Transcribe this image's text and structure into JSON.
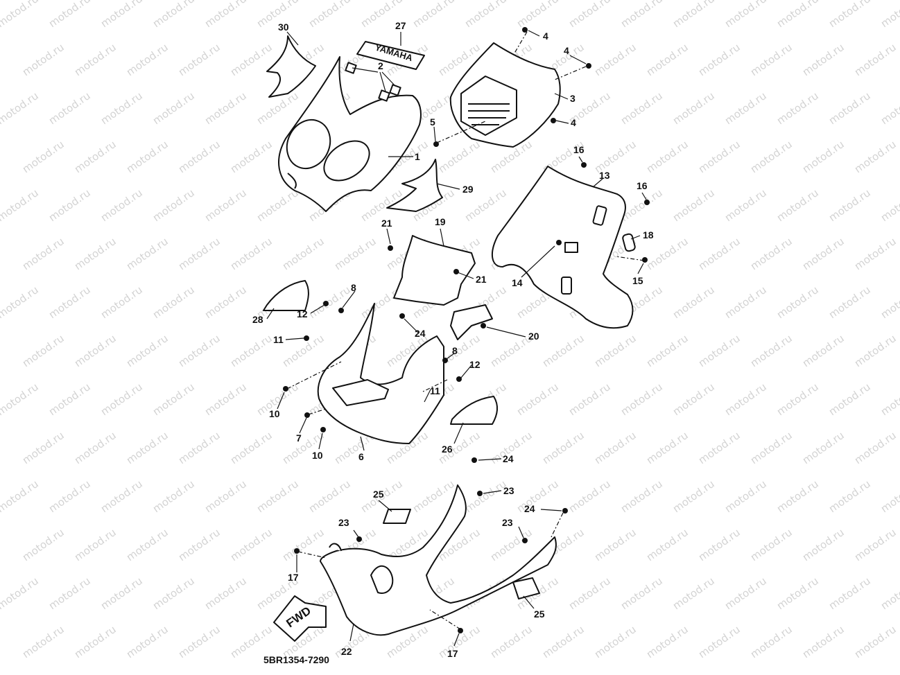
{
  "watermark": "motod.ru",
  "decal_text": "YAMAHA",
  "fwd_text": "FWD",
  "catalog_code": "5BR1354-7290",
  "callouts": {
    "c1": "1",
    "c2": "2",
    "c3": "3",
    "c4a": "4",
    "c4b": "4",
    "c4c": "4",
    "c5": "5",
    "c6": "6",
    "c7": "7",
    "c8a": "8",
    "c8b": "8",
    "c10a": "10",
    "c10b": "10",
    "c11a": "11",
    "c11b": "11",
    "c12a": "12",
    "c12b": "12",
    "c13": "13",
    "c14": "14",
    "c15": "15",
    "c16a": "16",
    "c16b": "16",
    "c17a": "17",
    "c17b": "17",
    "c18": "18",
    "c19": "19",
    "c20": "20",
    "c21a": "21",
    "c21b": "21",
    "c22": "22",
    "c23a": "23",
    "c23b": "23",
    "c23c": "23",
    "c24a": "24",
    "c24b": "24",
    "c24c": "24",
    "c25a": "25",
    "c25b": "25",
    "c26": "26",
    "c27": "27",
    "c28": "28",
    "c29": "29",
    "c30": "30"
  }
}
